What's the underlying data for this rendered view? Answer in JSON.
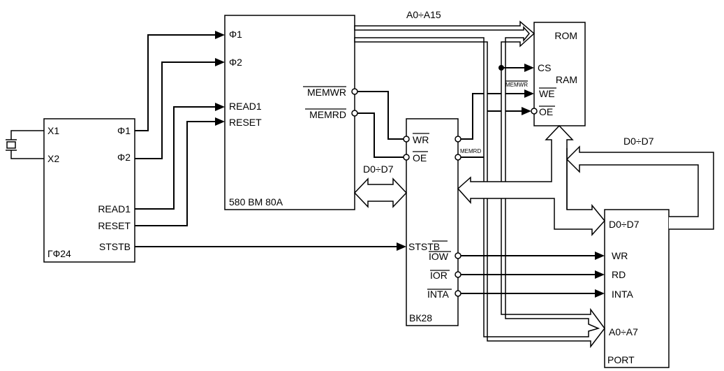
{
  "blocks": {
    "gf24": {
      "name": "ГФ24",
      "pins": {
        "x1": "X1",
        "x2": "X2",
        "phi1": "Φ1",
        "phi2": "Φ2",
        "read1": "READ1",
        "reset": "RESET",
        "ststb": "STSTB"
      }
    },
    "cpu": {
      "name": "580 ВМ 80А",
      "pins": {
        "phi1": "Φ1",
        "phi2": "Φ2",
        "read1": "READ1",
        "reset": "RESET",
        "memwr": "MEMWR",
        "memrd": "MEMRD"
      }
    },
    "bk28": {
      "name": "ВК28",
      "pins": {
        "wr": "WR",
        "oe": "OE",
        "ststb": "STSTB",
        "iow": "IOW",
        "ior": "IOR",
        "inta": "INTA"
      }
    },
    "mem": {
      "rom": "ROM",
      "ram": "RAM",
      "pins": {
        "cs": "CS",
        "we": "WE",
        "oe": "OE"
      }
    },
    "port": {
      "name": "PORT",
      "pins": {
        "d": "D0÷D7",
        "wr": "WR",
        "rd": "RD",
        "inta": "INTA",
        "a": "A0÷A7"
      }
    }
  },
  "buses": {
    "address": "A0÷A15",
    "data_cpu": "D0÷D7",
    "data_sys": "D0÷D7"
  },
  "wire_labels": {
    "memwr": "MEMWR",
    "memrd": "MEMRD"
  }
}
